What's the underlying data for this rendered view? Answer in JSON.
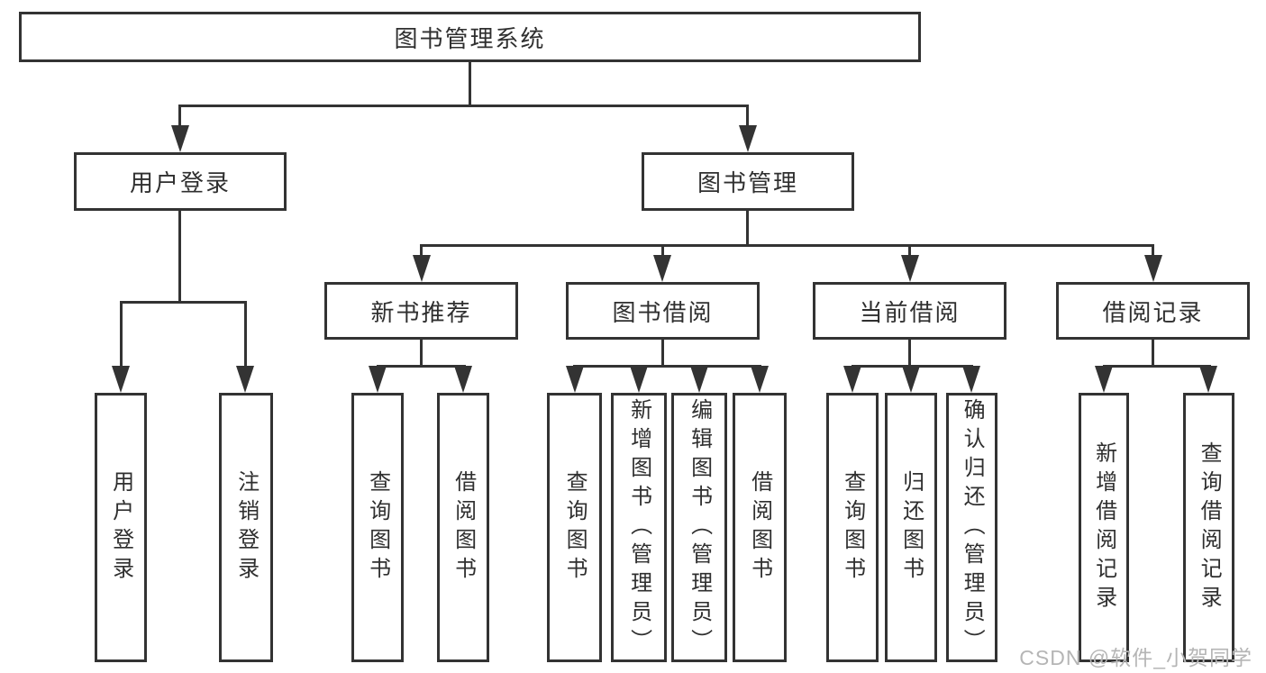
{
  "tree": {
    "label": "图书管理系统",
    "children": [
      {
        "label": "用户登录",
        "children": [
          {
            "label": "用户登录"
          },
          {
            "label": "注销登录"
          }
        ]
      },
      {
        "label": "图书管理",
        "children": [
          {
            "label": "新书推荐",
            "children": [
              {
                "label": "查询图书"
              },
              {
                "label": "借阅图书"
              }
            ]
          },
          {
            "label": "图书借阅",
            "children": [
              {
                "label": "查询图书"
              },
              {
                "label": "新增图书（管理员）"
              },
              {
                "label": "编辑图书（管理员）"
              },
              {
                "label": "借阅图书"
              }
            ]
          },
          {
            "label": "当前借阅",
            "children": [
              {
                "label": "查询图书"
              },
              {
                "label": "归还图书"
              },
              {
                "label": "确认归还（管理员）"
              }
            ]
          },
          {
            "label": "借阅记录",
            "children": [
              {
                "label": "新增借阅记录"
              },
              {
                "label": "查询借阅记录"
              }
            ]
          }
        ]
      }
    ]
  },
  "watermark": {
    "text": "CSDN @软件_小贺同学"
  },
  "colors": {
    "line": "#333333",
    "text": "#2f2f2f",
    "watermark": "#b5b5b5",
    "background": "#ffffff"
  }
}
